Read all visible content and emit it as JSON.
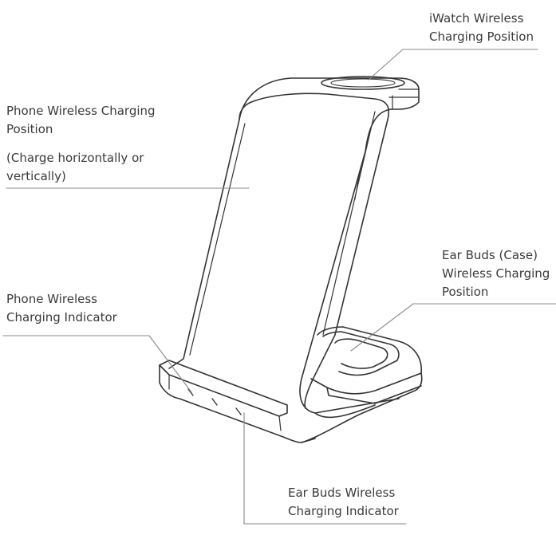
{
  "labels": {
    "iwatch": [
      "iWatch Wireless",
      "Charging Position"
    ],
    "phone": [
      "Phone Wireless Charging",
      "Position"
    ],
    "phone_note": [
      "(Charge horizontally or",
      "vertically)"
    ],
    "earbuds": [
      "Ear Buds (Case)",
      "Wireless Charging",
      "Position"
    ],
    "phone_indicator": [
      "Phone Wireless",
      "Charging Indicator"
    ],
    "earbuds_indicator": [
      "Ear Buds Wireless",
      "Charging Indicator"
    ]
  },
  "colors": {
    "stroke": "#333333",
    "leader": "#888888",
    "text": "#3a3a3a"
  }
}
